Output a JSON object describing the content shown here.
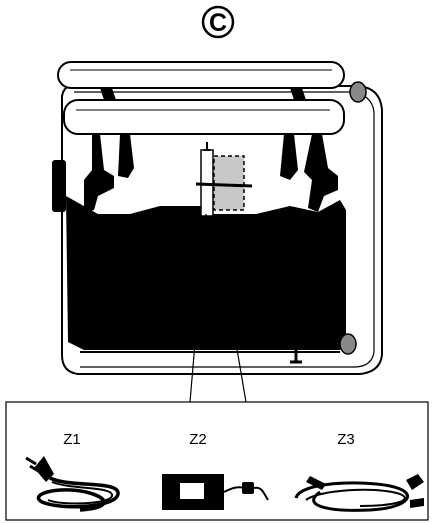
{
  "view_label": "C",
  "parts": [
    {
      "label": "Z1",
      "icon": "power-plug-cord-icon"
    },
    {
      "label": "Z2",
      "icon": "power-supply-adapter-icon"
    },
    {
      "label": "Z3",
      "icon": "power-cable-icon"
    }
  ],
  "colors": {
    "ink": "#000000",
    "paper": "#ffffff",
    "highlight_grey": "#c8c8c8"
  }
}
